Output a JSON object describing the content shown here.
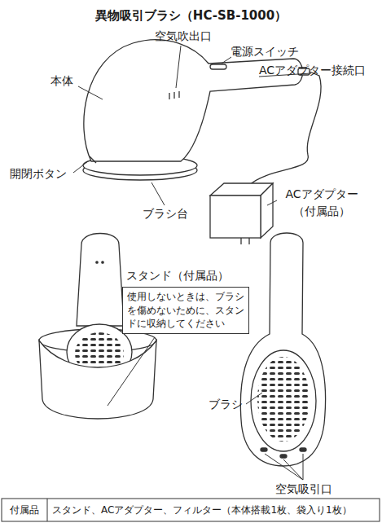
{
  "diagram": {
    "title": "異物吸引ブラシ（HC-SB-1000）",
    "nodes": [
      {
        "text": [
          "使用しないときは、ブラシを傷めないために、スタンドに収納してください"
        ]
      }
    ],
    "labels": [
      "空気吹出口",
      "電源スイッチ",
      "ACアダプター接続口",
      "本体",
      "開閉ボタン",
      "ブラシ台",
      "ACアダプター （付属品）",
      "スタンド（付属品）",
      "ブラシ",
      "空気吸引口",
      "付属品",
      "スタンド、ACアダプター、フィルター（本体搭載1枚、袋入り1枚）"
    ]
  }
}
